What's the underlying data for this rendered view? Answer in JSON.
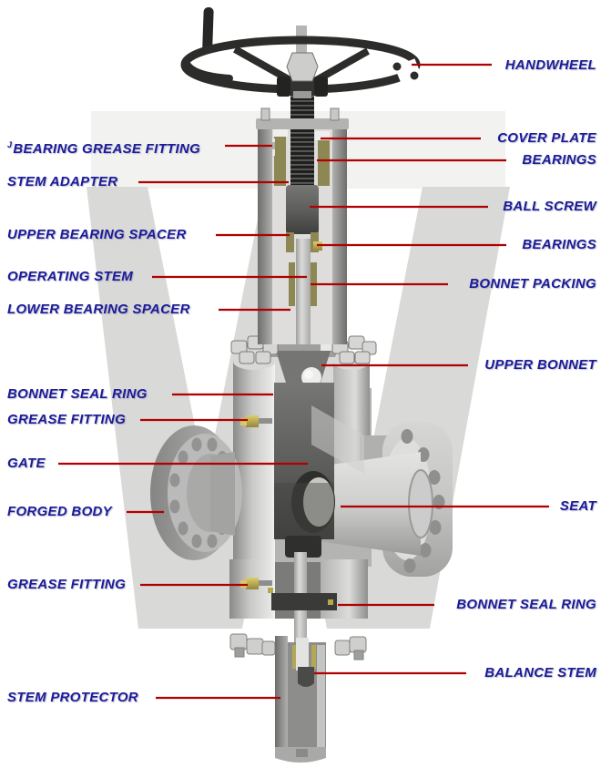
{
  "diagram": {
    "subject": "Gate valve cutaway diagram with handwheel operator",
    "watermark_letter": "W",
    "colors": {
      "label_blue": "#1b1b99",
      "leader_red": "#b00000",
      "watermark_gray": "#d9d9d7"
    },
    "left_labels": [
      {
        "superscript": "J",
        "text": "BEARING GREASE FITTING"
      },
      {
        "text": "STEM ADAPTER"
      },
      {
        "text": "UPPER BEARING SPACER"
      },
      {
        "text": "OPERATING STEM"
      },
      {
        "text": "LOWER BEARING SPACER"
      },
      {
        "text": "BONNET SEAL RING"
      },
      {
        "text": "GREASE FITTING"
      },
      {
        "text": "GATE"
      },
      {
        "text": "FORGED BODY"
      },
      {
        "text": "GREASE FITTING"
      },
      {
        "text": "STEM PROTECTOR"
      }
    ],
    "right_labels": [
      {
        "text": "HANDWHEEL"
      },
      {
        "text": "COVER PLATE"
      },
      {
        "text": "BEARINGS"
      },
      {
        "text": "BALL SCREW"
      },
      {
        "text": "BEARINGS"
      },
      {
        "text": "BONNET PACKING"
      },
      {
        "text": "UPPER BONNET"
      },
      {
        "text": "SEAT"
      },
      {
        "text": "BONNET SEAL RING"
      },
      {
        "text": "BALANCE STEM"
      }
    ]
  }
}
